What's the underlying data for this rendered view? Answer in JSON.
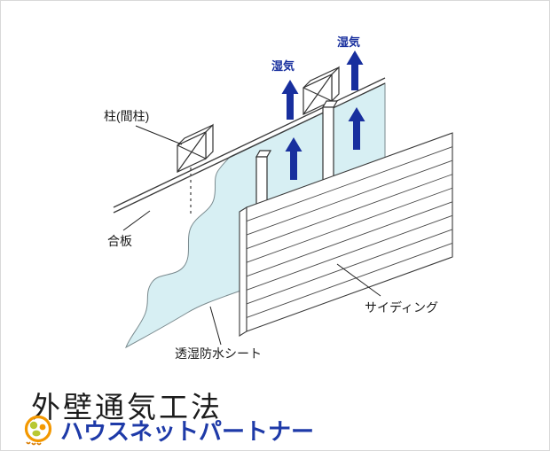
{
  "title": "外壁通気工法",
  "brand": {
    "name": "ハウスネットパートナー",
    "text_color": "#1e3aa8",
    "logo_orange": "#f39800",
    "logo_green": "#b8c832"
  },
  "diagram": {
    "labels": {
      "pillar": "柱(間柱)",
      "plywood": "合板",
      "moisture_sheet": "透湿防水シート",
      "siding": "サイディング",
      "moisture_left": "湿気",
      "moisture_right": "湿気"
    },
    "colors": {
      "sheet_fill": "#d7eff3",
      "arrow_blue": "#182f9e",
      "outline": "#3a3a3a"
    }
  }
}
